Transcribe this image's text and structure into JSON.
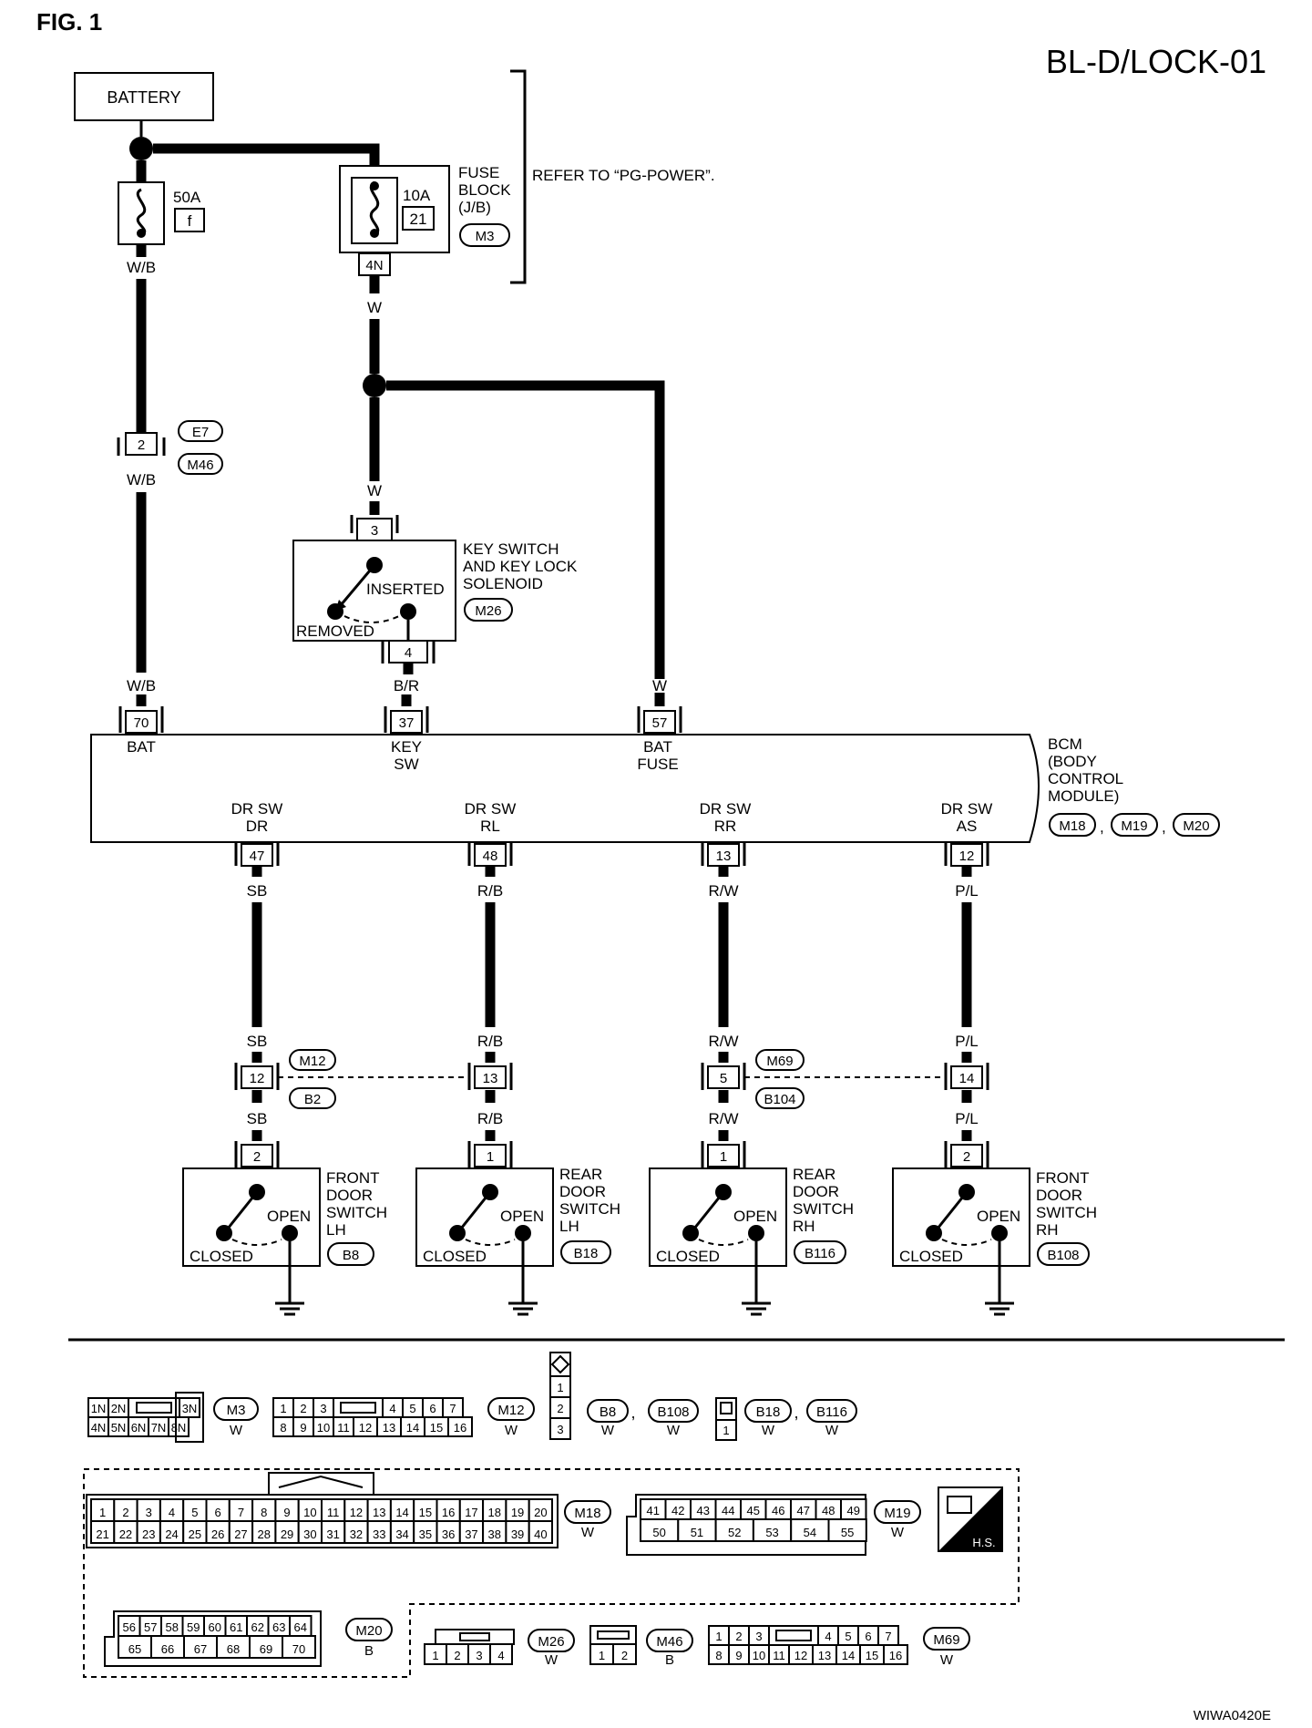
{
  "figure_label": "FIG. 1",
  "diagram_code": "BL-D/LOCK-01",
  "corner_code": "WIWA0420E",
  "battery_label": "BATTERY",
  "fuse_50a": {
    "rating": "50A",
    "no": "f",
    "wire_color": "W/B"
  },
  "fuse_block": {
    "rating": "10A",
    "no": "21",
    "terminal": "4N",
    "wire_color": "W",
    "name_lines": [
      "FUSE",
      "BLOCK",
      "(J/B)"
    ],
    "connector": "M3",
    "reference": "REFER TO “PG-POWER”."
  },
  "junction_e7": {
    "pin": "2",
    "connector_top": "E7",
    "connector_bottom": "M46",
    "wire_color_below": "W/B"
  },
  "key_switch": {
    "top_wire": "W",
    "pin_in": "3",
    "pin_out": "4",
    "inserted_label": "INSERTED",
    "removed_label": "REMOVED",
    "name_lines": [
      "KEY SWITCH",
      "AND KEY LOCK",
      "SOLENOID"
    ],
    "connector": "M26"
  },
  "bcm": {
    "name_lines": [
      "BCM",
      "(BODY",
      "CONTROL",
      "MODULE)"
    ],
    "connectors": [
      "M18",
      "M19",
      "M20"
    ],
    "comma": ",",
    "inputs": [
      {
        "pin": "70",
        "wire": "W/B",
        "label_lines": [
          "BAT"
        ]
      },
      {
        "pin": "37",
        "wire": "B/R",
        "label_lines": [
          "KEY",
          "SW"
        ]
      },
      {
        "pin": "57",
        "wire": "W",
        "label_lines": [
          "BAT",
          "FUSE"
        ]
      }
    ],
    "outputs": [
      {
        "pin": "47",
        "label_lines": [
          "DR SW",
          "DR"
        ]
      },
      {
        "pin": "48",
        "label_lines": [
          "DR SW",
          "RL"
        ]
      },
      {
        "pin": "13",
        "label_lines": [
          "DR SW",
          "RR"
        ]
      },
      {
        "pin": "12",
        "label_lines": [
          "DR SW",
          "AS"
        ]
      }
    ]
  },
  "door_circuits": [
    {
      "wire_top": "SB",
      "wire_mid": "SB",
      "wire_bottom": "SB",
      "inline_pin": "12",
      "inline_top": "M12",
      "inline_bottom": "B2",
      "switch_pin": "2",
      "name_lines": [
        "FRONT",
        "DOOR",
        "SWITCH",
        "LH"
      ],
      "connector": "B8"
    },
    {
      "wire_top": "R/B",
      "wire_mid": "R/B",
      "wire_bottom": "R/B",
      "inline_pin": "13",
      "switch_pin": "1",
      "name_lines": [
        "REAR",
        "DOOR",
        "SWITCH",
        "LH"
      ],
      "connector": "B18"
    },
    {
      "wire_top": "R/W",
      "wire_mid": "R/W",
      "wire_bottom": "R/W",
      "inline_pin": "5",
      "inline_top": "M69",
      "inline_bottom": "B104",
      "switch_pin": "1",
      "name_lines": [
        "REAR",
        "DOOR",
        "SWITCH",
        "RH"
      ],
      "connector": "B116"
    },
    {
      "wire_top": "P/L",
      "wire_mid": "P/L",
      "wire_bottom": "P/L",
      "inline_pin": "14",
      "switch_pin": "2",
      "name_lines": [
        "FRONT",
        "DOOR",
        "SWITCH",
        "RH"
      ],
      "connector": "B108"
    }
  ],
  "switch_labels": {
    "open": "OPEN",
    "closed": "CLOSED"
  },
  "connector_views": {
    "m3": {
      "id": "M3",
      "color": "W",
      "top": [
        "1N",
        "2N",
        "",
        "3N"
      ],
      "bottom": [
        "4N",
        "5N",
        "6N",
        "7N",
        "8N"
      ]
    },
    "m12": {
      "id": "M12",
      "color": "W",
      "top": [
        "1",
        "2",
        "3",
        "",
        "4",
        "5",
        "6",
        "7"
      ],
      "bottom": [
        "8",
        "9",
        "10",
        "11",
        "12",
        "13",
        "14",
        "15",
        "16"
      ]
    },
    "b8_b108": {
      "ids": [
        "B8",
        "B108"
      ],
      "colors": [
        "W",
        "W"
      ],
      "pins": [
        "1",
        "2",
        "3"
      ]
    },
    "b18_b116": {
      "ids": [
        "B18",
        "B116"
      ],
      "colors": [
        "W",
        "W"
      ],
      "pins": [
        "1"
      ]
    },
    "m18": {
      "id": "M18",
      "color": "W",
      "top": [
        "1",
        "2",
        "3",
        "4",
        "5",
        "6",
        "7",
        "8",
        "9",
        "10",
        "11",
        "12",
        "13",
        "14",
        "15",
        "16",
        "17",
        "18",
        "19",
        "20"
      ],
      "bottom": [
        "21",
        "22",
        "23",
        "24",
        "25",
        "26",
        "27",
        "28",
        "29",
        "30",
        "31",
        "32",
        "33",
        "34",
        "35",
        "36",
        "37",
        "38",
        "39",
        "40"
      ]
    },
    "m19": {
      "id": "M19",
      "color": "W",
      "top": [
        "41",
        "42",
        "43",
        "44",
        "45",
        "46",
        "47",
        "48",
        "49"
      ],
      "bottom": [
        "50",
        "51",
        "52",
        "53",
        "54",
        "55"
      ]
    },
    "hs_label": "H.S.",
    "m20": {
      "id": "M20",
      "color": "B",
      "top": [
        "56",
        "57",
        "58",
        "59",
        "60",
        "61",
        "62",
        "63",
        "64"
      ],
      "bottom": [
        "65",
        "66",
        "67",
        "68",
        "69",
        "70"
      ]
    },
    "m26": {
      "id": "M26",
      "color": "W",
      "pins": [
        "1",
        "2",
        "3",
        "4"
      ]
    },
    "m46": {
      "id": "M46",
      "color": "B",
      "pins": [
        "1",
        "2"
      ]
    },
    "m69": {
      "id": "M69",
      "color": "W",
      "top": [
        "1",
        "2",
        "3",
        "",
        "4",
        "5",
        "6",
        "7"
      ],
      "bottom": [
        "8",
        "9",
        "10",
        "11",
        "12",
        "13",
        "14",
        "15",
        "16"
      ]
    }
  }
}
